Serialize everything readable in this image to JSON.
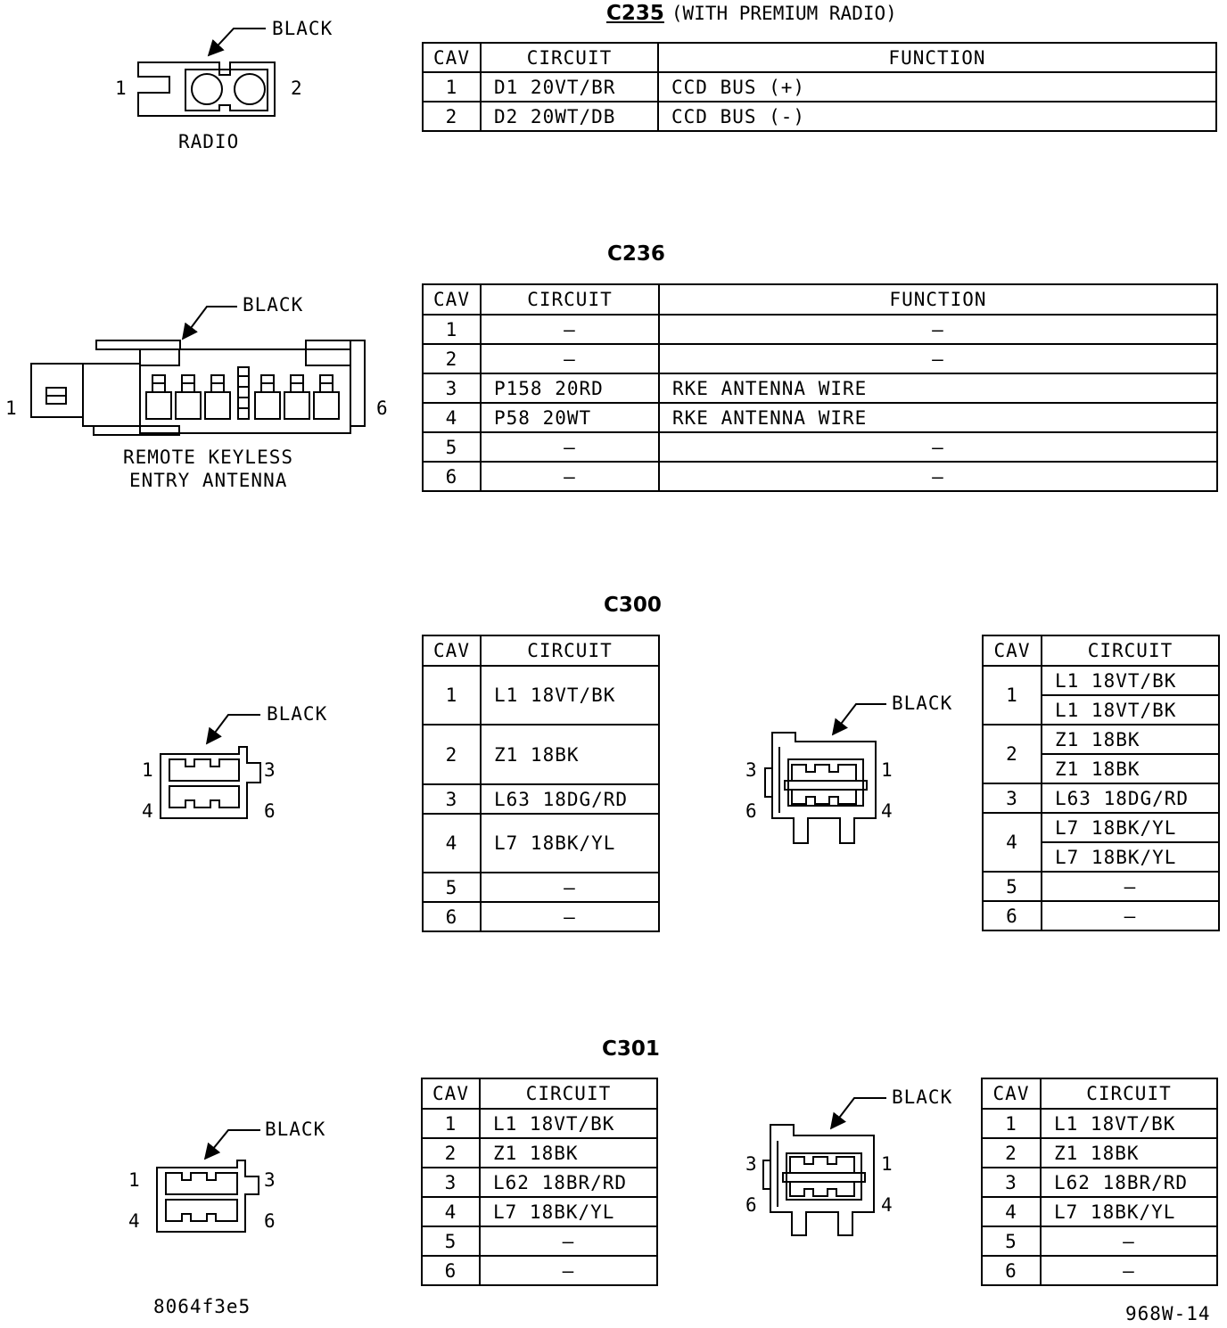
{
  "c235": {
    "name": "C235",
    "suffix": "(WITH PREMIUM RADIO)",
    "headers": [
      "CAV",
      "CIRCUIT",
      "FUNCTION"
    ],
    "rows": [
      [
        "1",
        "D1  20VT/BR",
        "CCD BUS (+)"
      ],
      [
        "2",
        "D2  20WT/DB",
        "CCD BUS (-)"
      ]
    ],
    "connector": {
      "label": "RADIO",
      "color_label": "BLACK",
      "pin_left": "1",
      "pin_right": "2"
    }
  },
  "c236": {
    "name": "C236",
    "headers": [
      "CAV",
      "CIRCUIT",
      "FUNCTION"
    ],
    "rows": [
      [
        "1",
        "–",
        "–"
      ],
      [
        "2",
        "–",
        "–"
      ],
      [
        "3",
        "P158  20RD",
        "RKE ANTENNA WIRE"
      ],
      [
        "4",
        "P58  20WT",
        "RKE ANTENNA WIRE"
      ],
      [
        "5",
        "–",
        "–"
      ],
      [
        "6",
        "–",
        "–"
      ]
    ],
    "connector": {
      "label_line1": "REMOTE KEYLESS",
      "label_line2": "ENTRY ANTENNA",
      "color_label": "BLACK",
      "pin_left": "1",
      "pin_right": "6"
    }
  },
  "c300": {
    "name": "C300",
    "left_table": {
      "headers": [
        "CAV",
        "CIRCUIT"
      ],
      "rows": [
        [
          "1",
          "L1  18VT/BK"
        ],
        [
          "2",
          "Z1  18BK"
        ],
        [
          "3",
          "L63  18DG/RD"
        ],
        [
          "4",
          "L7  18BK/YL"
        ],
        [
          "5",
          "–"
        ],
        [
          "6",
          "–"
        ]
      ]
    },
    "right_table": {
      "headers": [
        "CAV",
        "CIRCUIT"
      ],
      "rows": [
        {
          "cav": "1",
          "circuits": [
            "L1  18VT/BK",
            "L1  18VT/BK"
          ]
        },
        {
          "cav": "2",
          "circuits": [
            "Z1  18BK",
            "Z1  18BK"
          ]
        },
        {
          "cav": "3",
          "circuits": [
            "L63  18DG/RD"
          ]
        },
        {
          "cav": "4",
          "circuits": [
            "L7  18BK/YL",
            "L7  18BK/YL"
          ]
        },
        {
          "cav": "5",
          "circuits": [
            "–"
          ]
        },
        {
          "cav": "6",
          "circuits": [
            "–"
          ]
        }
      ]
    },
    "left_connector": {
      "color_label": "BLACK",
      "pins": [
        "1",
        "3",
        "4",
        "6"
      ]
    },
    "right_connector": {
      "color_label": "BLACK",
      "pins": [
        "3",
        "1",
        "6",
        "4"
      ]
    }
  },
  "c301": {
    "name": "C301",
    "left_table": {
      "headers": [
        "CAV",
        "CIRCUIT"
      ],
      "rows": [
        [
          "1",
          "L1  18VT/BK"
        ],
        [
          "2",
          "Z1  18BK"
        ],
        [
          "3",
          "L62  18BR/RD"
        ],
        [
          "4",
          "L7  18BK/YL"
        ],
        [
          "5",
          "–"
        ],
        [
          "6",
          "–"
        ]
      ]
    },
    "right_table": {
      "headers": [
        "CAV",
        "CIRCUIT"
      ],
      "rows": [
        [
          "1",
          "L1  18VT/BK"
        ],
        [
          "2",
          "Z1  18BK"
        ],
        [
          "3",
          "L62  18BR/RD"
        ],
        [
          "4",
          "L7  18BK/YL"
        ],
        [
          "5",
          "–"
        ],
        [
          "6",
          "–"
        ]
      ]
    },
    "left_connector": {
      "color_label": "BLACK",
      "pins": [
        "1",
        "3",
        "4",
        "6"
      ]
    },
    "right_connector": {
      "color_label": "BLACK",
      "pins": [
        "3",
        "1",
        "6",
        "4"
      ]
    }
  },
  "footer": {
    "left_code": "8064f3e5",
    "right_code": "968W-14"
  }
}
